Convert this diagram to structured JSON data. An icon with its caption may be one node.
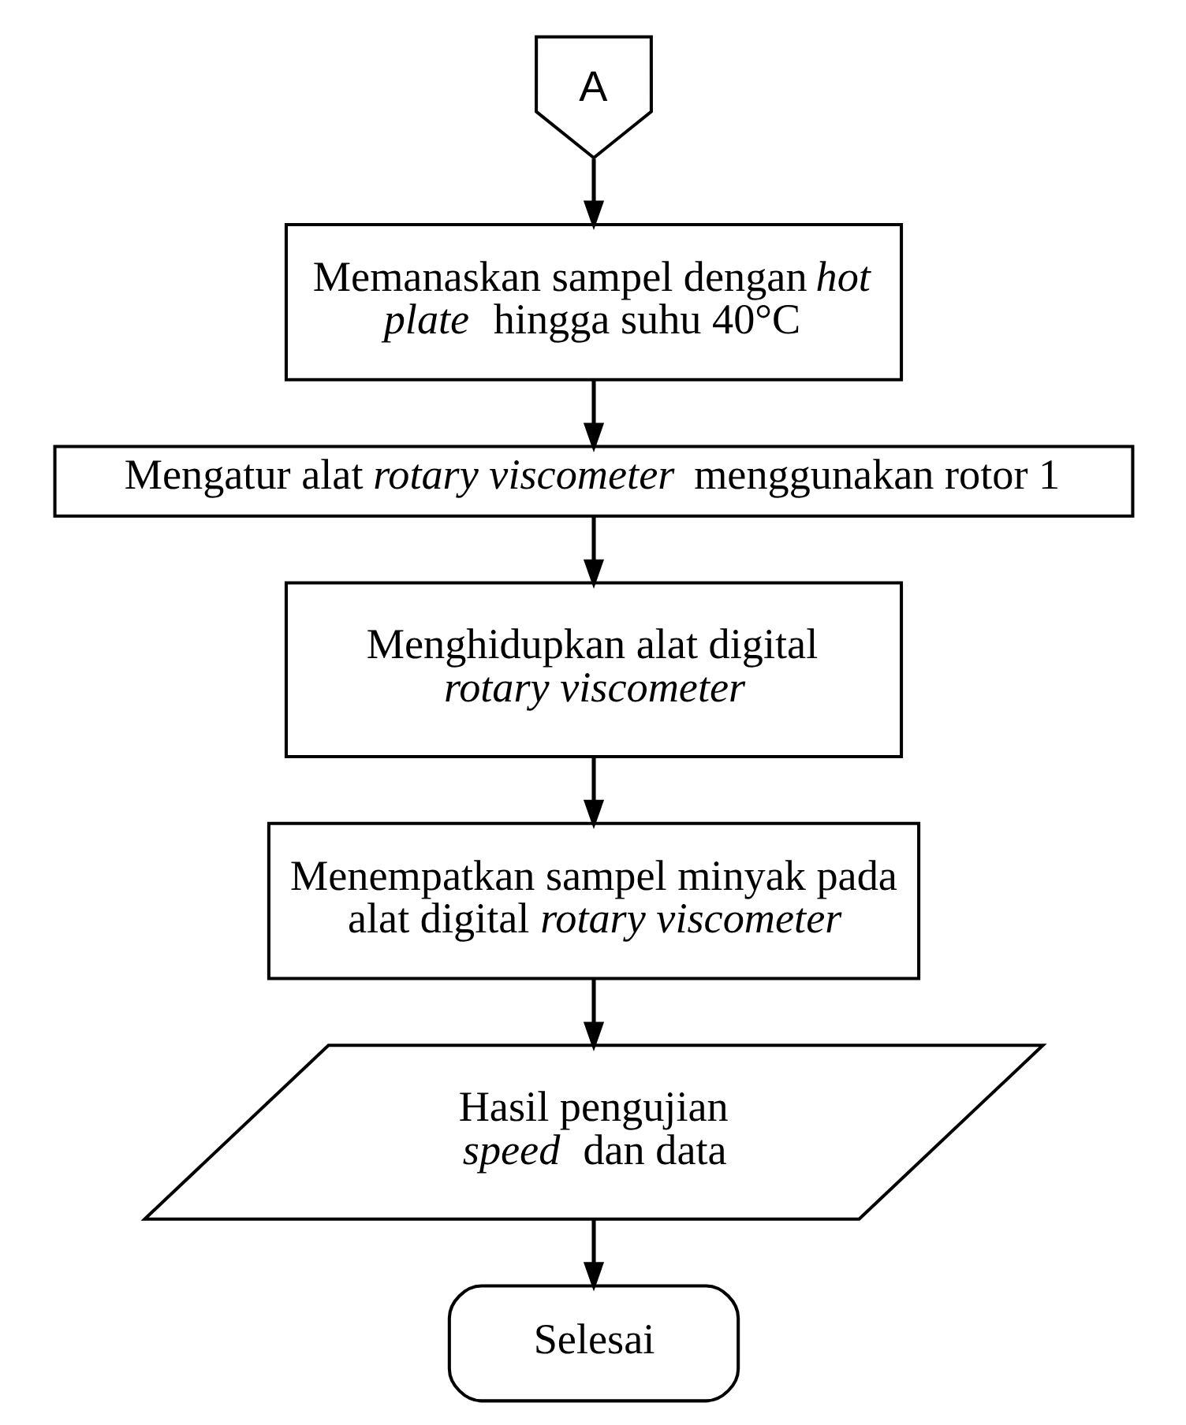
{
  "diagram": {
    "nodes": [
      {
        "text": [
          "A"
        ]
      },
      {
        "text": [
          "Memanaskan sampel dengan *hot plate* hingga suhu 40°C"
        ]
      },
      {
        "text": [
          "Mengatur alat *rotary viscometer* menggunakan rotor 1"
        ]
      },
      {
        "text": [
          "Menghidupkan alat digital *rotary viscometer*"
        ]
      },
      {
        "text": [
          "Menempatkan sampel minyak pada alat digital *rotary viscometer*"
        ]
      },
      {
        "text": [
          "Hasil pengujian *speed* dan data"
        ]
      },
      {
        "text": [
          "Selesai"
        ]
      }
    ],
    "edges": [
      {
        "from": 0,
        "to": 1,
        "arrow": "to"
      },
      {
        "from": 1,
        "to": 2,
        "arrow": "to"
      },
      {
        "from": 2,
        "to": 3,
        "arrow": "to"
      },
      {
        "from": 3,
        "to": 4,
        "arrow": "to"
      },
      {
        "from": 4,
        "to": 5,
        "arrow": "to"
      },
      {
        "from": 5,
        "to": 6,
        "arrow": "to"
      }
    ]
  }
}
